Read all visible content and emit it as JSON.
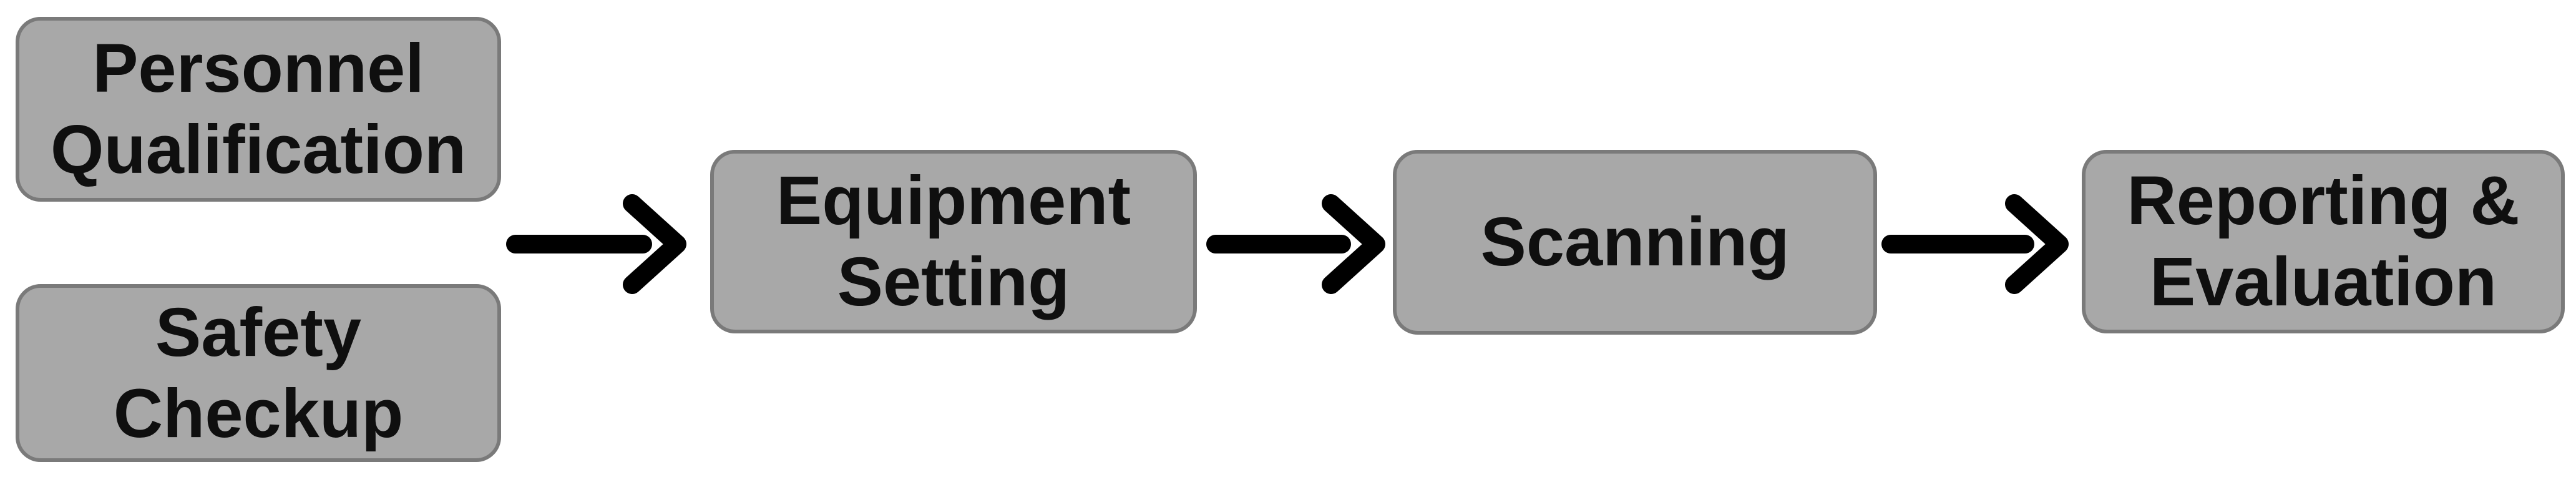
{
  "colors": {
    "background": "#ffffff",
    "node_fill": "#a8a8a8",
    "node_border": "#7a7a7a",
    "node_text": "#0f0f0f",
    "arrow": "#000000"
  },
  "flow": {
    "nodes": [
      {
        "id": "personnel-qualification",
        "label": "Personnel Qualification"
      },
      {
        "id": "safety-checkup",
        "label": "Safety Checkup"
      },
      {
        "id": "equipment-setting",
        "label": "Equipment Setting"
      },
      {
        "id": "scanning",
        "label": "Scanning"
      },
      {
        "id": "reporting-evaluation",
        "label": "Reporting & Evaluation"
      }
    ],
    "connections": [
      {
        "from": "personnel-qualification + safety-checkup",
        "to": "equipment-setting"
      },
      {
        "from": "equipment-setting",
        "to": "scanning"
      },
      {
        "from": "scanning",
        "to": "reporting-evaluation"
      }
    ]
  }
}
